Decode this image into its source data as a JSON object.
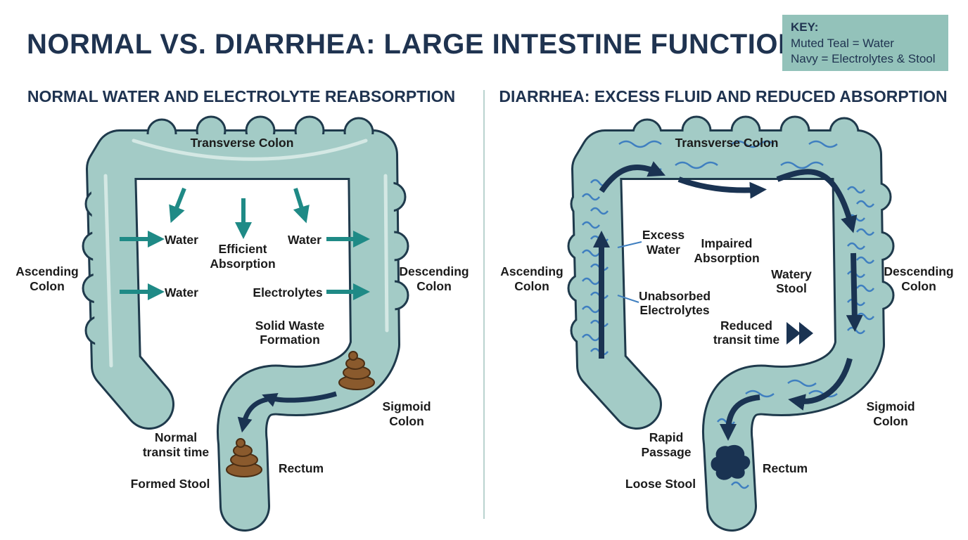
{
  "title": "NORMAL VS. DIARRHEA: LARGE INTESTINE FUNCTION",
  "key": {
    "heading": "KEY:",
    "line1": "Muted Teal = Water",
    "line2": "Navy = Electrolytes & Stool"
  },
  "colors": {
    "teal_fill": "#a3cbc6",
    "teal_stroke": "#1f3a4c",
    "teal_arrow": "#1f8a86",
    "navy": "#1a3352",
    "stool": "#8a5a2d",
    "water_wave": "#3f7fc0",
    "key_bg": "#93c2ba"
  },
  "normal": {
    "heading": "NORMAL WATER AND ELECTROLYTE REABSORPTION",
    "transverse": "Transverse Colon",
    "ascending": [
      "Ascending",
      "Colon"
    ],
    "descending": [
      "Descending",
      "Colon"
    ],
    "water": "Water",
    "efficient": [
      "Efficient",
      "Absorption"
    ],
    "electrolytes": "Electrolytes",
    "solid": [
      "Solid Waste",
      "Formation"
    ],
    "sigmoid": [
      "Sigmoid",
      "Colon"
    ],
    "transit": [
      "Normal",
      "transit time"
    ],
    "rectum": "Rectum",
    "formed": "Formed Stool"
  },
  "diarrhea": {
    "heading": "DIARRHEA: EXCESS FLUID AND REDUCED ABSORPTION",
    "transverse": "Transverse Colon",
    "ascending": [
      "Ascending",
      "Colon"
    ],
    "descending": [
      "Descending",
      "Colon"
    ],
    "excess": [
      "Excess",
      "Water"
    ],
    "impaired": [
      "Impaired",
      "Absorption"
    ],
    "watery": [
      "Watery",
      "Stool"
    ],
    "unabsorbed": [
      "Unabsorbed",
      "Electrolytes"
    ],
    "reduced": [
      "Reduced",
      "transit time"
    ],
    "sigmoid": [
      "Sigmoid",
      "Colon"
    ],
    "rapid": [
      "Rapid",
      "Passage"
    ],
    "rectum": "Rectum",
    "loose": "Loose Stool"
  }
}
